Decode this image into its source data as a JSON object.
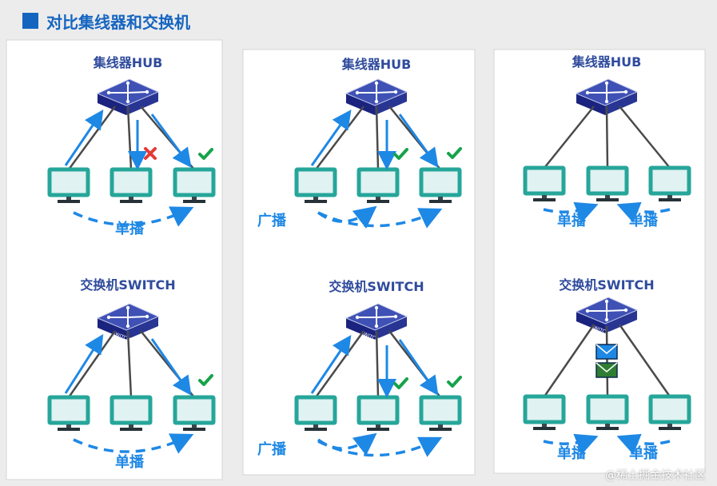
{
  "page_title": "对比集线器和交换机",
  "colors": {
    "accent_blue": "#1e88e5",
    "title_blue": "#1565c0",
    "hub_fill": "#3f51b5",
    "hub_dark": "#1a237e",
    "monitor_teal": "#26a69a",
    "monitor_screen": "#e0f2f1",
    "check_green": "#16a34a",
    "cross_red": "#e53935",
    "envelope_blue": "#1e88e5",
    "envelope_green": "#2e7d32",
    "label_blue": "#2f4b9c",
    "panel_bg": "#ffffff",
    "page_bg": "#ececec"
  },
  "labels": {
    "hub": "集线器HUB",
    "switch": "交换机SWITCH",
    "device_switch_marking": "SWITCH",
    "unicast": "单播",
    "broadcast": "广播"
  },
  "panels": [
    {
      "id": "panel-1",
      "hub_diagram": {
        "arrows": [
          "up-left",
          "down-middle",
          "down-right"
        ],
        "marks": {
          "middle": "cross",
          "right": "check"
        },
        "bottom_label": "单播",
        "side_label": ""
      },
      "switch_diagram": {
        "arrows": [
          "up-left",
          "down-right"
        ],
        "marks": {
          "right": "check"
        },
        "bottom_label": "单播",
        "side_label": ""
      }
    },
    {
      "id": "panel-2",
      "hub_diagram": {
        "arrows": [
          "up-left",
          "down-middle",
          "down-right"
        ],
        "marks": {
          "middle": "check",
          "right": "check"
        },
        "bottom_label": "",
        "side_label": "广播"
      },
      "switch_diagram": {
        "arrows": [
          "up-left",
          "down-middle",
          "down-right"
        ],
        "marks": {
          "middle": "check",
          "right": "check"
        },
        "bottom_label": "",
        "side_label": "广播"
      }
    },
    {
      "id": "panel-3",
      "hub_diagram": {
        "arrows": [],
        "marks": {},
        "bottom_labels": [
          "单播",
          "单播"
        ]
      },
      "switch_diagram": {
        "arrows": [],
        "marks": {},
        "envelopes": [
          "blue",
          "green"
        ],
        "bottom_labels": [
          "单播",
          "单播"
        ]
      }
    }
  ],
  "watermark": "@稀土掘金技术社区"
}
